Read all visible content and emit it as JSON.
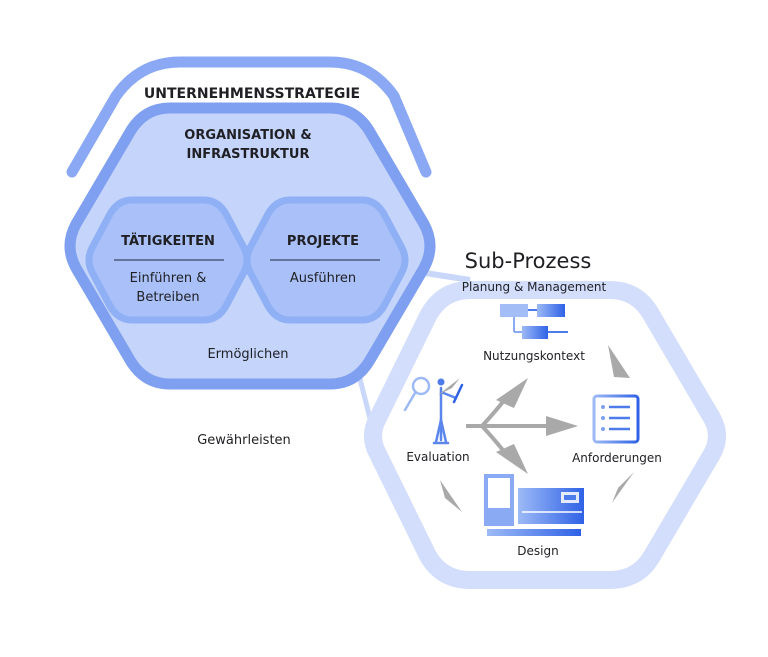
{
  "colors": {
    "outer_stroke": "#8aa8f4",
    "org_fill": "#c4d4fa",
    "org_stroke": "#7f9ff0",
    "inner_fill": "#a9c0f8",
    "sub_stroke": "#d3defc",
    "arrow_gray": "#a9a9a9",
    "icon_blue": "#3f6fe6",
    "icon_light": "#9dbaf6"
  },
  "outer": {
    "strategy_label": "UNTERNEHMENSSTRATEGIE",
    "org_label_line1": "ORGANISATION &",
    "org_label_line2": "INFRASTRUKTUR",
    "enable_label": "Ermöglichen",
    "guarantee_label": "Gewährleisten"
  },
  "hexes": [
    {
      "title": "TÄTIGKEITEN",
      "line1": "Einführen &",
      "line2": "Betreiben"
    },
    {
      "title": "PROJEKTE",
      "line1": "Ausführen",
      "line2": ""
    }
  ],
  "sub": {
    "title": "Sub-Prozess",
    "subtitle": "Planung & Management",
    "nodes": {
      "context": "Nutzungskontext",
      "evaluation": "Evaluation",
      "requirements": "Anforderungen",
      "design": "Design"
    },
    "icons": {
      "context": "hierarchy-chart-icon",
      "evaluation": "person-magnifier-icon",
      "requirements": "checklist-icon",
      "design": "screens-icon"
    }
  }
}
